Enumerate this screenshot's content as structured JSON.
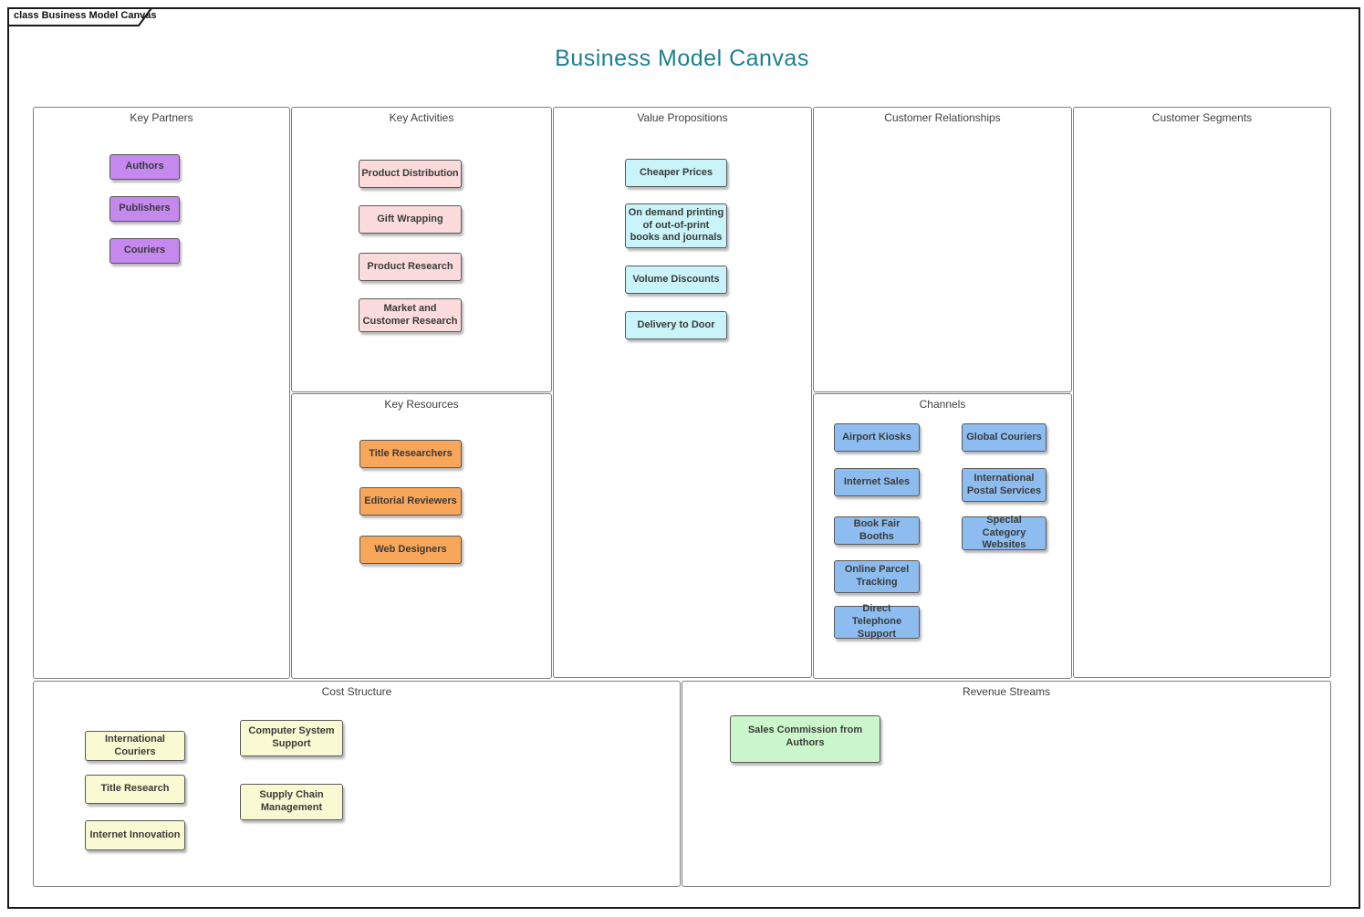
{
  "frame": {
    "tab_label": "class Business Model Canvas",
    "title": "Business Model Canvas"
  },
  "colors": {
    "title_teal": "#1A8191",
    "partners_purple": "#C488EF",
    "activities_pink": "#FBDBDB",
    "resources_orange": "#F7A65A",
    "value_cyan": "#C9F4F9",
    "channels_blue": "#8DBDF0",
    "cost_yellow": "#FAFAD2",
    "revenue_green": "#CCF6CB"
  },
  "sections": {
    "key_partners": {
      "label": "Key Partners",
      "items": [
        "Authors",
        "Publishers",
        "Couriers"
      ]
    },
    "key_activities": {
      "label": "Key Activities",
      "items": [
        "Product Distribution",
        "Gift Wrapping",
        "Product Research",
        "Market and Customer Research"
      ]
    },
    "key_resources": {
      "label": "Key Resources",
      "items": [
        "Title Researchers",
        "Editorial Reviewers",
        "Web Designers"
      ]
    },
    "value_propositions": {
      "label": "Value Propositions",
      "items": [
        "Cheaper Prices",
        "On demand printing of out-of-print books and journals",
        "Volume Discounts",
        "Delivery to Door"
      ]
    },
    "customer_relationships": {
      "label": "Customer Relationships",
      "items": []
    },
    "channels": {
      "label": "Channels",
      "items": [
        "Airport Kiosks",
        "Internet Sales",
        "Book Fair Booths",
        "Online Parcel Tracking",
        "Direct Telephone Support",
        "Global Couriers",
        "International Postal Services",
        "Special Category Websites"
      ]
    },
    "customer_segments": {
      "label": "Customer Segments",
      "items": []
    },
    "cost_structure": {
      "label": "Cost Structure",
      "items": [
        "International Couriers",
        "Title Research",
        "Internet Innovation",
        "Computer System Support",
        "Supply Chain Management"
      ]
    },
    "revenue_streams": {
      "label": "Revenue Streams",
      "items": [
        "Sales Commission from Authors"
      ]
    }
  }
}
